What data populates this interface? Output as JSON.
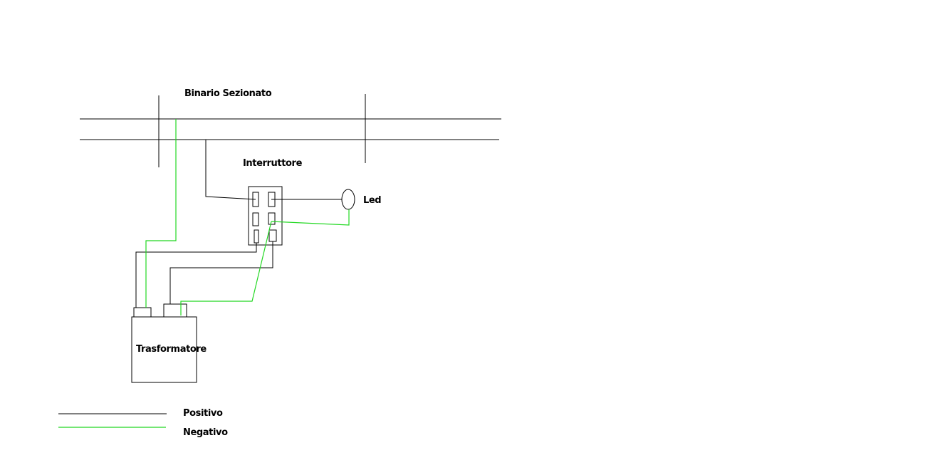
{
  "labels": {
    "track": "Binario Sezionato",
    "switch": "Interruttore",
    "led": "Led",
    "transformer": "Trasformatore"
  },
  "legend": {
    "positive": "Positivo",
    "negative": "Negativo"
  },
  "colors": {
    "positive": "#000000",
    "negative": "#22d822",
    "background": "#ffffff"
  }
}
